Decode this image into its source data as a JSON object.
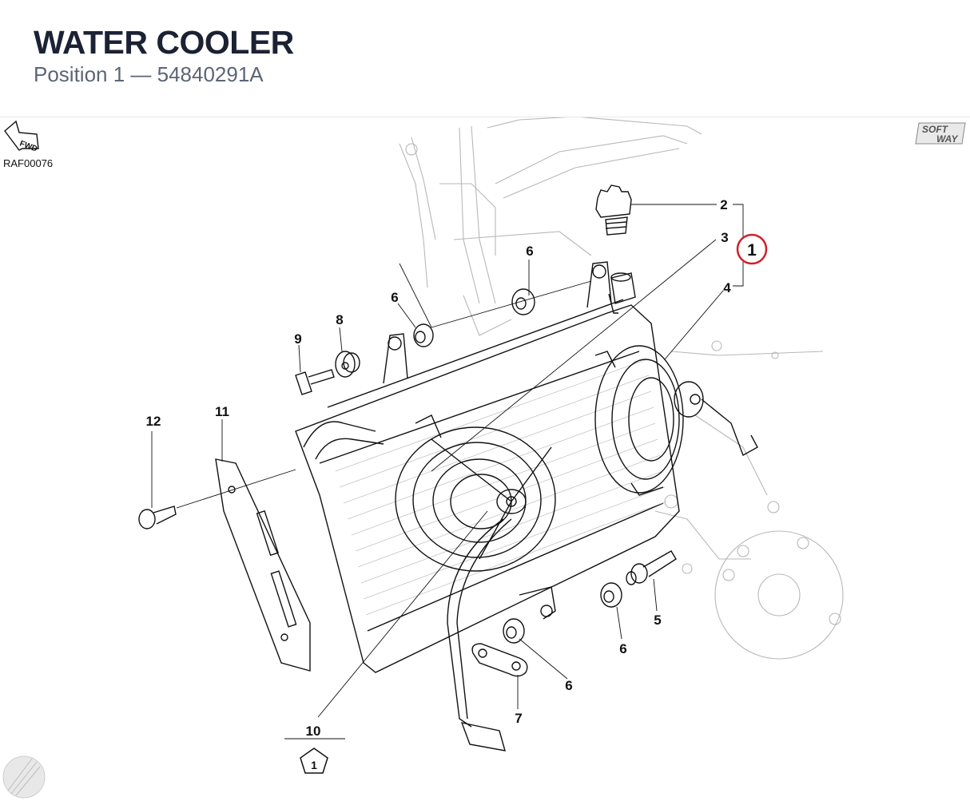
{
  "header": {
    "title": "WATER COOLER",
    "subtitle": "Position 1 — 54840291A"
  },
  "diagram": {
    "reference_code": "RAF00076",
    "fwd_label": "FWD",
    "brand_logo_top": "SOFT",
    "brand_logo_bottom": "WAY",
    "kit_callout": "1",
    "kit_badge": "1",
    "callouts": {
      "c2": "2",
      "c3": "3",
      "c4": "4",
      "c5": "5",
      "c6a": "6",
      "c6b": "6",
      "c6c": "6",
      "c6d": "6",
      "c7": "7",
      "c8": "8",
      "c9": "9",
      "c10": "10",
      "c11": "11",
      "c12": "12"
    },
    "accent_color": "#d0202a"
  }
}
